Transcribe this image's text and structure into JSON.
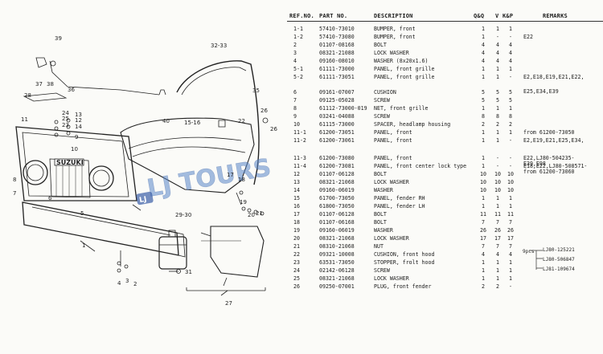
{
  "table": {
    "headers": {
      "ref": "REF.NO.",
      "part": "PART NO.",
      "desc": "DESCRIPTION",
      "qty1": "Q&Q",
      "qty2": "V",
      "qty3": "K&P",
      "remarks": "REMARKS"
    },
    "rows": [
      {
        "ref": "1-1",
        "part": "57410-73010",
        "desc": "BUMPER, front",
        "q1": "1",
        "q2": "1",
        "q3": "1",
        "rem": ""
      },
      {
        "ref": "1-2",
        "part": "57410-73080",
        "desc": "BUMPER, front",
        "q1": "1",
        "q2": "-",
        "q3": "-",
        "rem": "E22"
      },
      {
        "ref": "2",
        "part": "01107-08168",
        "desc": "BOLT",
        "q1": "4",
        "q2": "4",
        "q3": "4",
        "rem": ""
      },
      {
        "ref": "3",
        "part": "08321-21088",
        "desc": "LOCK WASHER",
        "q1": "4",
        "q2": "4",
        "q3": "4",
        "rem": ""
      },
      {
        "ref": "4",
        "part": "09160-08010",
        "desc": "WASHER (8x20x1.6)",
        "q1": "4",
        "q2": "4",
        "q3": "4",
        "rem": ""
      },
      {
        "ref": "5-1",
        "part": "61111-73000",
        "desc": "PANEL, front grille",
        "q1": "1",
        "q2": "1",
        "q3": "1",
        "rem": ""
      },
      {
        "ref": "5-2",
        "part": "61111-73051",
        "desc": "PANEL, front grille",
        "q1": "1",
        "q2": "1",
        "q3": "-",
        "rem": "E2,E18,E19,E21,E22,"
      },
      {
        "ref": "6",
        "part": "09161-07007",
        "desc": "CUSHION",
        "q1": "5",
        "q2": "5",
        "q3": "5",
        "rem": ""
      },
      {
        "ref": "7",
        "part": "09125-05028",
        "desc": "SCREW",
        "q1": "5",
        "q2": "5",
        "q3": "5",
        "rem": ""
      },
      {
        "ref": "8",
        "part": "61112-73000-019",
        "desc": "NET, front grille",
        "q1": "1",
        "q2": "1",
        "q3": "1",
        "rem": ""
      },
      {
        "ref": "9",
        "part": "03241-04088",
        "desc": "SCREW",
        "q1": "8",
        "q2": "8",
        "q3": "8",
        "rem": ""
      },
      {
        "ref": "10",
        "part": "61115-73000",
        "desc": "SPACER, headlamp housing",
        "q1": "2",
        "q2": "2",
        "q3": "2",
        "rem": ""
      },
      {
        "ref": "11-1",
        "part": "61200-73051",
        "desc": "PANEL, front",
        "q1": "1",
        "q2": "1",
        "q3": "1",
        "rem": "from 61200-73050"
      },
      {
        "ref": "11-2",
        "part": "61200-73061",
        "desc": "PANEL, front",
        "q1": "1",
        "q2": "1",
        "q3": "-",
        "rem": "E2,E19,E21,E25,E34,"
      },
      {
        "ref": "11-3",
        "part": "61200-73080",
        "desc": "PANEL, front",
        "q1": "1",
        "q2": "-",
        "q3": "-",
        "rem": "E22,LJ80-504235-"
      },
      {
        "ref": "11-4",
        "part": "61200-73081",
        "desc": "PANEL, front center lock type",
        "q1": "1",
        "q2": "-",
        "q3": "-",
        "rem": "E18,E22,LJ80-508571-"
      },
      {
        "ref": "12",
        "part": "01107-06128",
        "desc": "BOLT",
        "q1": "10",
        "q2": "10",
        "q3": "10",
        "rem": ""
      },
      {
        "ref": "13",
        "part": "08321-21068",
        "desc": "LOCK WASHER",
        "q1": "10",
        "q2": "10",
        "q3": "10",
        "rem": ""
      },
      {
        "ref": "14",
        "part": "09160-06019",
        "desc": "WASHER",
        "q1": "10",
        "q2": "10",
        "q3": "10",
        "rem": ""
      },
      {
        "ref": "15",
        "part": "61700-73050",
        "desc": "PANEL, fender RH",
        "q1": "1",
        "q2": "1",
        "q3": "1",
        "rem": ""
      },
      {
        "ref": "16",
        "part": "61800-73050",
        "desc": "PANEL, fender LH",
        "q1": "1",
        "q2": "1",
        "q3": "1",
        "rem": ""
      },
      {
        "ref": "17",
        "part": "01107-06128",
        "desc": "BOLT",
        "q1": "11",
        "q2": "11",
        "q3": "11",
        "rem": ""
      },
      {
        "ref": "18",
        "part": "01107-06168",
        "desc": "BOLT",
        "q1": "7",
        "q2": "7",
        "q3": "7",
        "rem": ""
      },
      {
        "ref": "19",
        "part": "09160-06019",
        "desc": "WASHER",
        "q1": "26",
        "q2": "26",
        "q3": "26",
        "rem": ""
      },
      {
        "ref": "20",
        "part": "08321-21068",
        "desc": "LOCK WASHER",
        "q1": "17",
        "q2": "17",
        "q3": "17",
        "rem": ""
      },
      {
        "ref": "21",
        "part": "08310-21068",
        "desc": "NUT",
        "q1": "7",
        "q2": "7",
        "q3": "7",
        "rem": ""
      },
      {
        "ref": "22",
        "part": "09321-10008",
        "desc": "CUSHION, front hood",
        "q1": "4",
        "q2": "4",
        "q3": "4",
        "rem": ""
      },
      {
        "ref": "23",
        "part": "63531-73050",
        "desc": "STOPPER, frolt hood",
        "q1": "1",
        "q2": "1",
        "q3": "1",
        "rem": ""
      },
      {
        "ref": "24",
        "part": "02142-06128",
        "desc": "SCREW",
        "q1": "1",
        "q2": "1",
        "q3": "1",
        "rem": ""
      },
      {
        "ref": "25",
        "part": "08321-21068",
        "desc": "LOCK WASHER",
        "q1": "1",
        "q2": "1",
        "q3": "1",
        "rem": ""
      },
      {
        "ref": "26",
        "part": "09250-07001",
        "desc": "PLUG, front fender",
        "q1": "2",
        "q2": "2",
        "q3": "-",
        "rem": ""
      }
    ],
    "remark_continuations": {
      "row_5_2": "E25,E34,E39",
      "row_11_2_a": "E39,E98",
      "row_11_2_b": "from 61200-73060"
    },
    "side_notes": {
      "pcs": "9pcs",
      "n1": "LJ80-125221",
      "n2": "LJ80-506847",
      "n3": "LJ81-109674"
    }
  },
  "diagram": {
    "callouts": [
      "39",
      "37",
      "38",
      "36",
      "28",
      "32-33",
      "35",
      "40",
      "11",
      "13",
      "12",
      "14",
      "24",
      "25",
      "23",
      "15-16",
      "22",
      "26",
      "9",
      "10",
      "6",
      "5",
      "8",
      "7",
      "1",
      "29-30",
      "31",
      "4",
      "3",
      "2",
      "17",
      "18",
      "19",
      "20",
      "21",
      "27",
      "26"
    ],
    "watermark": "LJ TOURS",
    "badge": "LJ",
    "brand": "SUZUKI"
  }
}
